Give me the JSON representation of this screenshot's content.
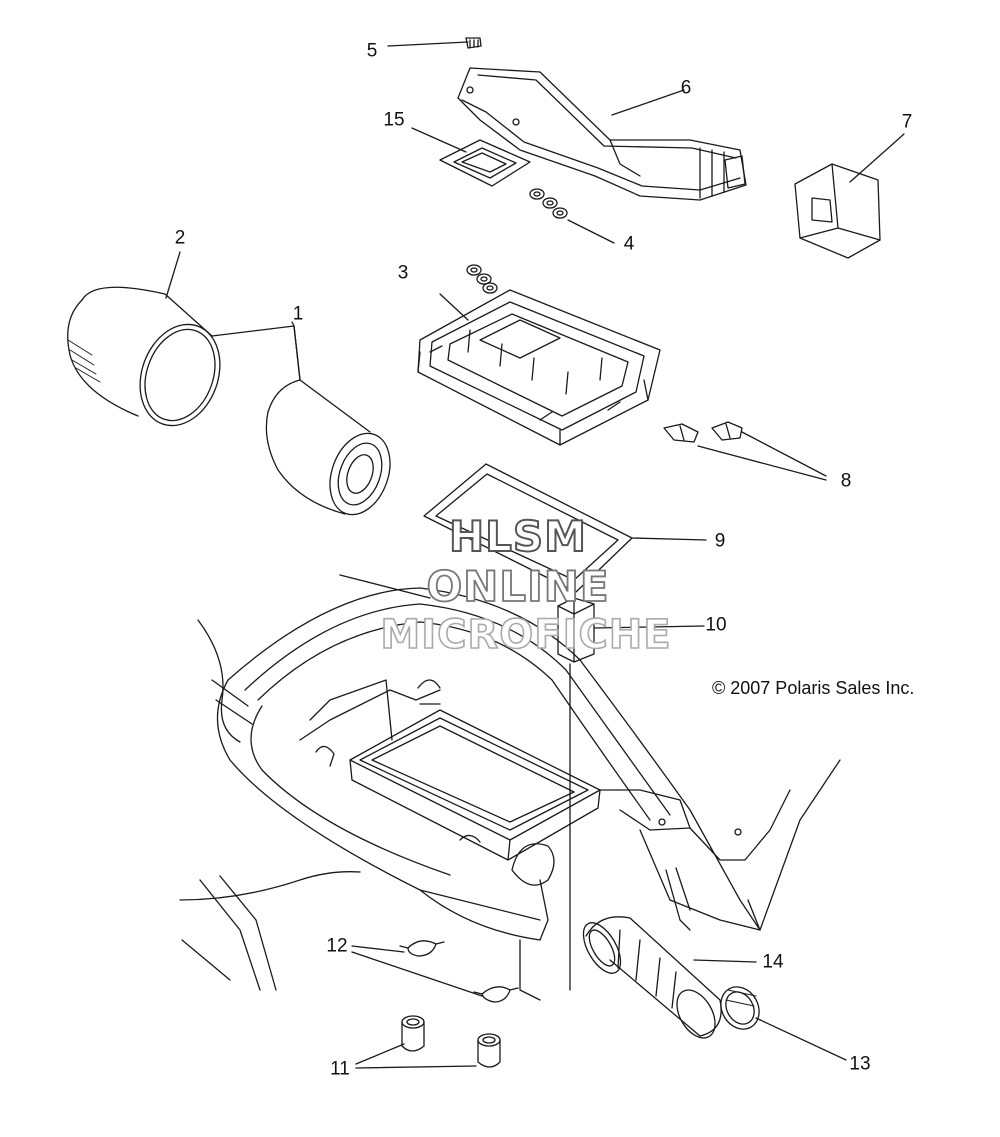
{
  "callouts": {
    "c1": "1",
    "c2": "2",
    "c3": "3",
    "c4": "4",
    "c5": "5",
    "c6": "6",
    "c7": "7",
    "c8": "8",
    "c9": "9",
    "c10": "10",
    "c11": "11",
    "c12": "12",
    "c13": "13",
    "c14": "14",
    "c15": "15"
  },
  "copyright": "© 2007 Polaris Sales Inc.",
  "watermark": {
    "line1": "HLSM",
    "line2": "ONLINE",
    "line3": "MICROFICHE"
  },
  "colors": {
    "line": "#1a1a1a",
    "watermark_outline": "#888888",
    "background": "#ffffff"
  }
}
